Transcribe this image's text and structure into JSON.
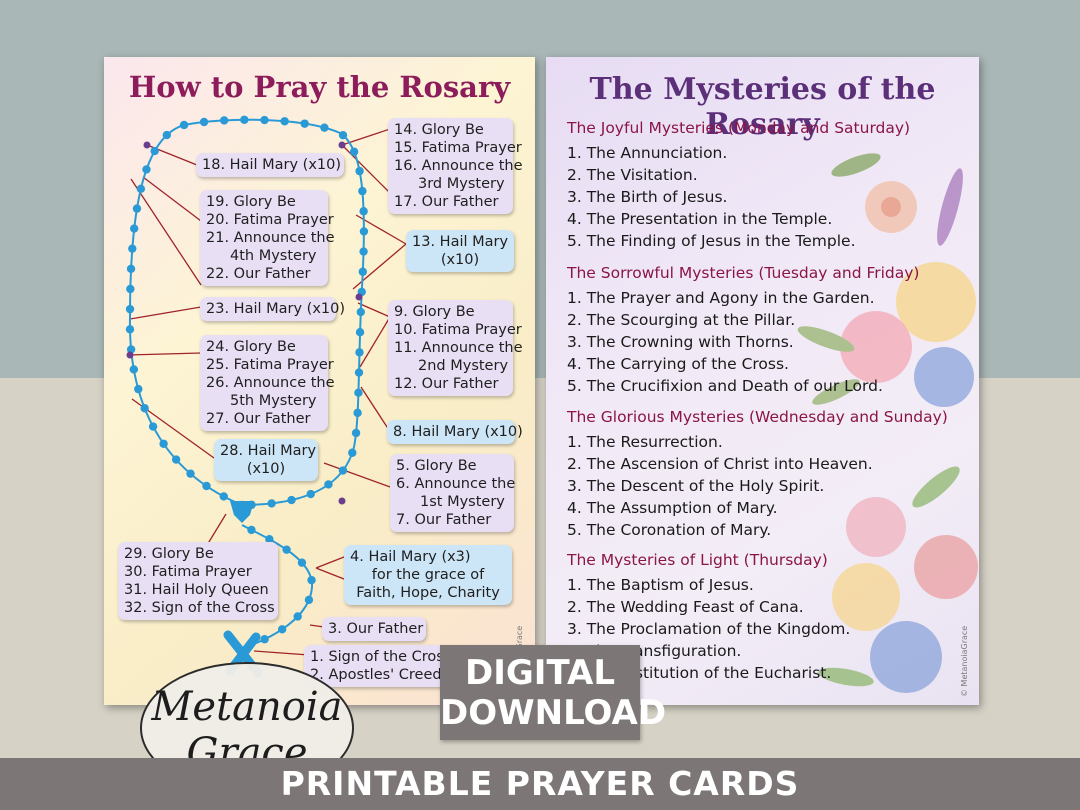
{
  "left_card": {
    "title": "How to Pray the Rosary",
    "boxes": {
      "b18": [
        "18. Hail Mary (x10)"
      ],
      "b14": [
        "14. Glory Be",
        "15. Fatima Prayer",
        "16. Announce the",
        "3rd Mystery",
        "17. Our Father"
      ],
      "b19": [
        "19. Glory Be",
        "20. Fatima Prayer",
        "21. Announce the",
        "4th Mystery",
        "22. Our Father"
      ],
      "b13": [
        "13. Hail Mary",
        "(x10)"
      ],
      "b23": [
        "23. Hail Mary (x10)"
      ],
      "b9": [
        "9. Glory Be",
        "10. Fatima Prayer",
        "11. Announce the",
        "2nd Mystery",
        "12. Our Father"
      ],
      "b24": [
        "24. Glory Be",
        "25. Fatima Prayer",
        "26. Announce the",
        "5th Mystery",
        "27. Our Father"
      ],
      "b8": [
        "8. Hail Mary (x10)"
      ],
      "b28": [
        "28. Hail Mary",
        "(x10)"
      ],
      "b5": [
        "5. Glory Be",
        "6. Announce the",
        "1st Mystery",
        "7. Our Father"
      ],
      "b29": [
        "29. Glory Be",
        "30. Fatima Prayer",
        "31. Hail Holy Queen",
        "32. Sign of the Cross"
      ],
      "b4": [
        "4. Hail Mary (x3)",
        "for the grace of",
        "Faith, Hope, Charity"
      ],
      "b3": [
        "3. Our Father"
      ],
      "b1": [
        "1. Sign of the Cross",
        "2. Apostles' Creed"
      ]
    },
    "copyright": "© MetanoiaGrace"
  },
  "right_card": {
    "title": "The Mysteries of the Rosary",
    "sections": [
      {
        "heading": "The Joyful Mysteries (Monday and Saturday)",
        "items": [
          "1. The Annunciation.",
          "2. The Visitation.",
          "3. The Birth of Jesus.",
          "4. The Presentation in the Temple.",
          "5. The Finding of Jesus in the Temple."
        ]
      },
      {
        "heading": "The Sorrowful Mysteries (Tuesday and Friday)",
        "items": [
          "1. The Prayer and Agony in the Garden.",
          "2. The Scourging at the Pillar.",
          "3. The Crowning with Thorns.",
          "4. The Carrying of the Cross.",
          "5. The Crucifixion and Death of our Lord."
        ]
      },
      {
        "heading": "The Glorious Mysteries (Wednesday and Sunday)",
        "items": [
          "1. The Resurrection.",
          "2. The Ascension of Christ into Heaven.",
          "3. The Descent of the Holy Spirit.",
          "4. The Assumption of Mary.",
          "5. The Coronation of Mary."
        ]
      },
      {
        "heading": "The Mysteries of Light (Thursday)",
        "items": [
          "1. The Baptism of Jesus.",
          "2. The Wedding Feast of Cana.",
          "3. The Proclamation of the Kingdom.",
          "4. The Transfiguration.",
          "5. The Institution of the Eucharist."
        ]
      }
    ],
    "copyright": "© MetanoiaGrace"
  },
  "badge": {
    "line1": "DIGITAL",
    "line2": "DOWNLOAD"
  },
  "logo": {
    "line1": "Metanoia",
    "line2": "Grace"
  },
  "footer": "PRINTABLE PRAYER CARDS",
  "colors": {
    "rosary_blue": "#2a9ad6",
    "connector_red": "#a0232b",
    "bead_purple": "#6b3d8e",
    "heading_magenta": "#8a1546",
    "title_purple": "#5c2f79",
    "footer_gray": "#7d7676"
  }
}
